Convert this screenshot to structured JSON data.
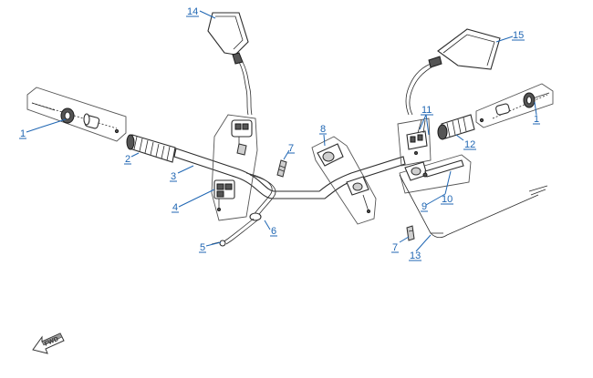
{
  "diagram": {
    "callouts": [
      {
        "id": "c1a",
        "label": "1"
      },
      {
        "id": "c1b",
        "label": "1"
      },
      {
        "id": "c2",
        "label": "2"
      },
      {
        "id": "c3",
        "label": "3"
      },
      {
        "id": "c4",
        "label": "4"
      },
      {
        "id": "c5",
        "label": "5"
      },
      {
        "id": "c6",
        "label": "6"
      },
      {
        "id": "c7a",
        "label": "7"
      },
      {
        "id": "c7b",
        "label": "7"
      },
      {
        "id": "c8",
        "label": "8"
      },
      {
        "id": "c9",
        "label": "9"
      },
      {
        "id": "c10",
        "label": "10"
      },
      {
        "id": "c11",
        "label": "11"
      },
      {
        "id": "c12",
        "label": "12"
      },
      {
        "id": "c13",
        "label": "13"
      },
      {
        "id": "c14",
        "label": "14"
      },
      {
        "id": "c15",
        "label": "15"
      }
    ],
    "forward_arrow_text": "FWD",
    "colors": {
      "callout": "#1f66b3",
      "line": "#2c2c2c",
      "background": "#ffffff"
    }
  }
}
